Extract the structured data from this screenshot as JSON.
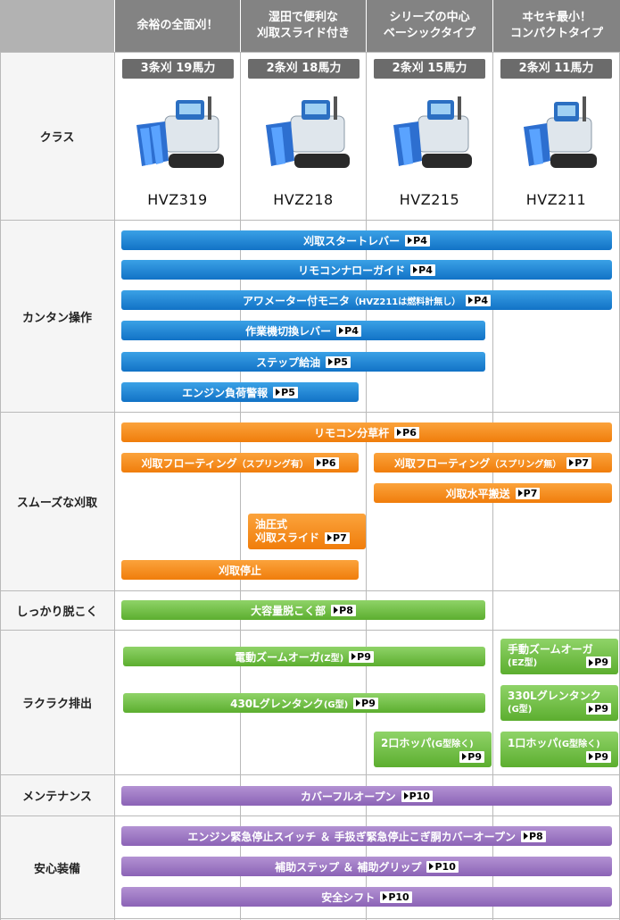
{
  "header": {
    "columns": [
      {
        "line1": "余裕の全面刈！",
        "line2": ""
      },
      {
        "line1": "湿田で便利な",
        "line2": "刈取スライド付き"
      },
      {
        "line1": "シリーズの中心",
        "line2": "ベーシックタイプ"
      },
      {
        "line1": "ヰセキ最小！",
        "line2": "コンパクトタイプ"
      }
    ]
  },
  "class_row": {
    "label": "クラス",
    "items": [
      {
        "spec": "3条刈 19馬力",
        "model": "HVZ319"
      },
      {
        "spec": "2条刈 18馬力",
        "model": "HVZ218"
      },
      {
        "spec": "2条刈 15馬力",
        "model": "HVZ215"
      },
      {
        "spec": "2条刈 11馬力",
        "model": "HVZ211"
      }
    ]
  },
  "categories": {
    "easy": "カンタン操作",
    "smooth": "スムーズな刈取",
    "thresh": "しっかり脱こく",
    "discharge": "ラクラク排出",
    "maint": "メンテナンス",
    "safety": "安心装備"
  },
  "features": {
    "f1": {
      "text": "刈取スタートレバー",
      "ref": "P4"
    },
    "f2": {
      "text": "リモコンナローガイド",
      "ref": "P4"
    },
    "f3": {
      "text": "アワメーター付モニタ",
      "note": "（HVZ211は燃料計無し）",
      "ref": "P4"
    },
    "f4": {
      "text": "作業機切換レバー",
      "ref": "P4"
    },
    "f5": {
      "text": "ステップ給油",
      "ref": "P5"
    },
    "f6": {
      "text": "エンジン負荷警報",
      "ref": "P5"
    },
    "f7": {
      "text": "リモコン分草杆",
      "ref": "P6"
    },
    "f8": {
      "text": "刈取フローティング",
      "note": "（スプリング有）",
      "ref": "P6"
    },
    "f9": {
      "text": "刈取フローティング",
      "note": "（スプリング無）",
      "ref": "P7"
    },
    "f10": {
      "text": "刈取水平搬送",
      "ref": "P7"
    },
    "f11": {
      "line1": "油圧式",
      "line2": "刈取スライド",
      "ref": "P7"
    },
    "f12": {
      "text": "刈取停止"
    },
    "f13": {
      "text": "大容量脱こく部",
      "ref": "P8"
    },
    "f14": {
      "text": "電動ズームオーガ",
      "note": "(Z型)",
      "ref": "P9"
    },
    "f15": {
      "line1": "手動ズームオーガ",
      "line2": "(EZ型)",
      "ref": "P9"
    },
    "f16": {
      "text": "430Lグレンタンク",
      "note": "(G型)",
      "ref": "P9"
    },
    "f17": {
      "line1": "330Lグレンタンク",
      "line2": "(G型)",
      "ref": "P9"
    },
    "f18": {
      "line1": "2口ホッパ",
      "note": "(G型除く)",
      "ref": "P9"
    },
    "f19": {
      "line1": "1口ホッパ",
      "note": "(G型除く)",
      "ref": "P9"
    },
    "f20": {
      "text": "カバーフルオープン",
      "ref": "P10"
    },
    "f21": {
      "text": "エンジン緊急停止スイッチ ＆ 手扱ぎ緊急停止こぎ胴カバーオープン",
      "ref": "P8"
    },
    "f22": {
      "text": "補助ステップ ＆ 補助グリップ",
      "ref": "P10"
    },
    "f23": {
      "text": "安全シフト",
      "ref": "P10"
    }
  },
  "colors": {
    "blue": "#1172c6",
    "orange": "#f07d0b",
    "green": "#5cae2f",
    "purple": "#8b63b6",
    "header_gray": "#838383"
  }
}
